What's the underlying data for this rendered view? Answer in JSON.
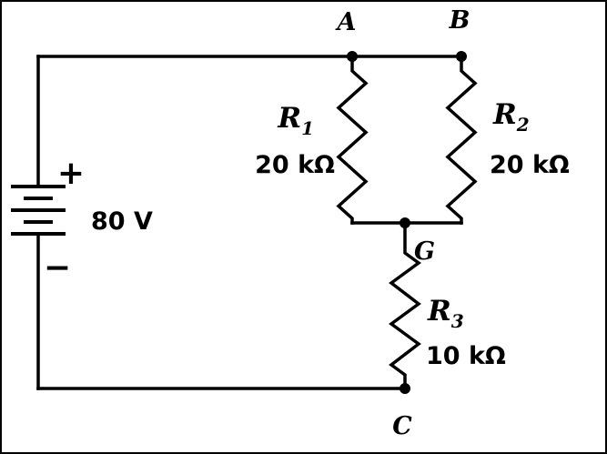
{
  "diagram": {
    "type": "circuit-schematic",
    "colors": {
      "ink": "#000000",
      "background": "#ffffff"
    },
    "nodes": {
      "a": "A",
      "b": "B",
      "c": "C",
      "g": "G"
    },
    "battery": {
      "label": "80 V",
      "plus_sign": "+",
      "minus_sign": "−"
    },
    "resistors": {
      "r1": {
        "symbol": "R",
        "subscript": "1",
        "value": "20 kΩ"
      },
      "r2": {
        "symbol": "R",
        "subscript": "2",
        "value": "20 kΩ"
      },
      "r3": {
        "symbol": "R",
        "subscript": "3",
        "value": "10 kΩ"
      }
    }
  }
}
